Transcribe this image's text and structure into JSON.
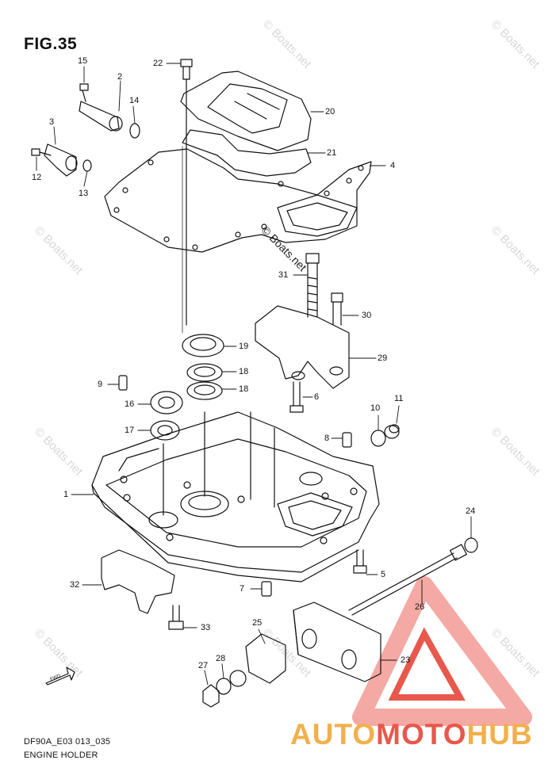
{
  "figure": {
    "title": "FIG.35",
    "code": "DF90A_E03 013_035",
    "name": "ENGINE HOLDER",
    "fwd_label": "FWD"
  },
  "watermark": {
    "text": "© Boats.net",
    "center_text": "© Boats.net"
  },
  "brand": {
    "part1": "AUTO",
    "part2": "MOTO",
    "part3": "HUB",
    "logo_colors": {
      "outer": "#f4a9a4",
      "inner": "#e8584c",
      "accent": "#f2b04a"
    }
  },
  "callouts": [
    "15",
    "2",
    "14",
    "3",
    "12",
    "13",
    "22",
    "20",
    "21",
    "4",
    "31",
    "30",
    "19",
    "18",
    "18",
    "29",
    "9",
    "16",
    "17",
    "6",
    "10",
    "11",
    "8",
    "1",
    "24",
    "5",
    "32",
    "7",
    "26",
    "33",
    "25",
    "27",
    "28",
    "23"
  ]
}
